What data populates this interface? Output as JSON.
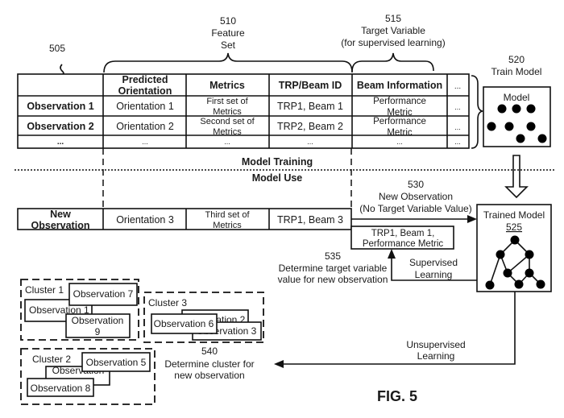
{
  "labels": {
    "ref_505": "505",
    "feature_set": {
      "ref": "510",
      "line1": "Feature",
      "line2": "Set"
    },
    "target_variable": {
      "ref": "515",
      "line1": "Target Variable",
      "line2": "(for supervised learning)"
    },
    "train_model": {
      "ref": "520",
      "line1": "Train Model"
    },
    "model_training": "Model Training",
    "model_use": "Model Use",
    "new_observation_arrow": {
      "ref": "530",
      "line1": "New Observation",
      "line2": "(No Target Variable Value)"
    },
    "determine_target": {
      "ref": "535",
      "line1": "Determine target variable",
      "line2": "value for new observation"
    },
    "supervised": {
      "line1": "Supervised",
      "line2": "Learning"
    },
    "unsupervised": {
      "line1": "Unsupervised",
      "line2": "Learning"
    },
    "determine_cluster": {
      "ref": "540",
      "line1": "Determine cluster for",
      "line2": "new observation"
    },
    "figure": "FIG. 5"
  },
  "training_table": {
    "headers": [
      {
        "line1": "",
        "line2": ""
      },
      {
        "line1": "Predicted",
        "line2": "Orientation"
      },
      {
        "line1": "Metrics",
        "line2": ""
      },
      {
        "line1": "TRP/Beam ID",
        "line2": ""
      },
      {
        "line1": "Beam Information",
        "line2": ""
      },
      {
        "line1": "...",
        "line2": ""
      }
    ],
    "rows": [
      {
        "cells": [
          {
            "line1": "Observation 1"
          },
          {
            "line1": "Orientation 1"
          },
          {
            "line1": "First set of",
            "line2": "Metrics"
          },
          {
            "line1": "TRP1, Beam 1"
          },
          {
            "line1": "Performance",
            "line2": "Metric"
          },
          {
            "line1": "..."
          }
        ]
      },
      {
        "cells": [
          {
            "line1": "Observation 2"
          },
          {
            "line1": "Orientation 2"
          },
          {
            "line1": "Second set of",
            "line2": "Metrics"
          },
          {
            "line1": "TRP2, Beam 2"
          },
          {
            "line1": "Performance",
            "line2": "Metric"
          },
          {
            "line1": "..."
          }
        ]
      },
      {
        "cells": [
          {
            "line1": "..."
          },
          {
            "line1": "..."
          },
          {
            "line1": "..."
          },
          {
            "line1": "..."
          },
          {
            "line1": "..."
          },
          {
            "line1": "..."
          }
        ]
      }
    ]
  },
  "new_observation_row": {
    "cells": [
      {
        "line1": "New",
        "line2": "Observation"
      },
      {
        "line1": "Orientation 3"
      },
      {
        "line1": "Third set of",
        "line2": "Metrics"
      },
      {
        "line1": "TRP1, Beam 3"
      }
    ]
  },
  "predicted_target": {
    "line1": "TRP1, Beam 1,",
    "line2": "Performance Metric"
  },
  "model_box": {
    "title": "Model"
  },
  "trained_model_box": {
    "title": "Trained Model",
    "ref": "525"
  },
  "clusters": [
    {
      "name": "Cluster 1",
      "observations": [
        "Observation 7",
        "Observation 1",
        "Observation",
        "9"
      ]
    },
    {
      "name": "Cluster 3",
      "observations": [
        "Observation 2",
        "Observation 6",
        "Observation 3"
      ]
    },
    {
      "name": "Cluster 2",
      "observations": [
        "Observation 5",
        "Observation",
        "Observation 8"
      ]
    }
  ]
}
